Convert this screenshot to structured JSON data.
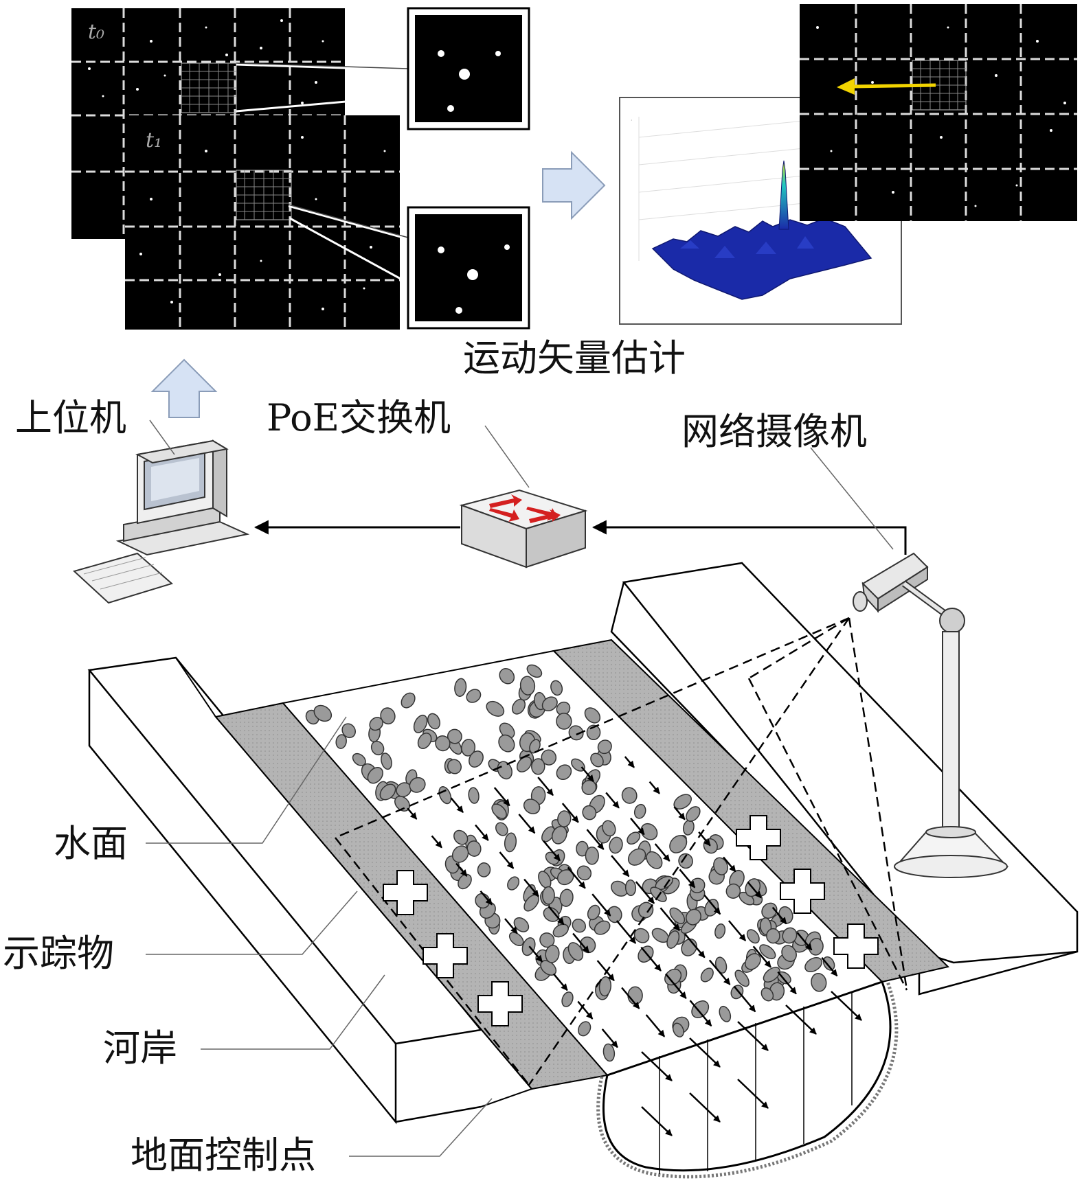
{
  "labels": {
    "motion_vector_estimation": "运动矢量估计",
    "host_computer": "上位机",
    "poe_switch": "PoE交换机",
    "network_camera": "网络摄像机",
    "water_surface": "水面",
    "tracer": "示踪物",
    "river_bank": "河岸",
    "ground_control_point": "地面控制点"
  },
  "frame_labels": {
    "t0": "t₀",
    "t1": "t₁"
  },
  "colors": {
    "frame_background": "#000000",
    "grid_dashes": "#dcdcdc",
    "flow_arrow": "#f2d400",
    "step_arrow_fill": "#d6e2f4",
    "bank_shade": "#b4b4b4",
    "tracer_fill": "#9a9a9a",
    "switch_arrows": "#d42020",
    "peak_surface": "#1a2aa8"
  }
}
